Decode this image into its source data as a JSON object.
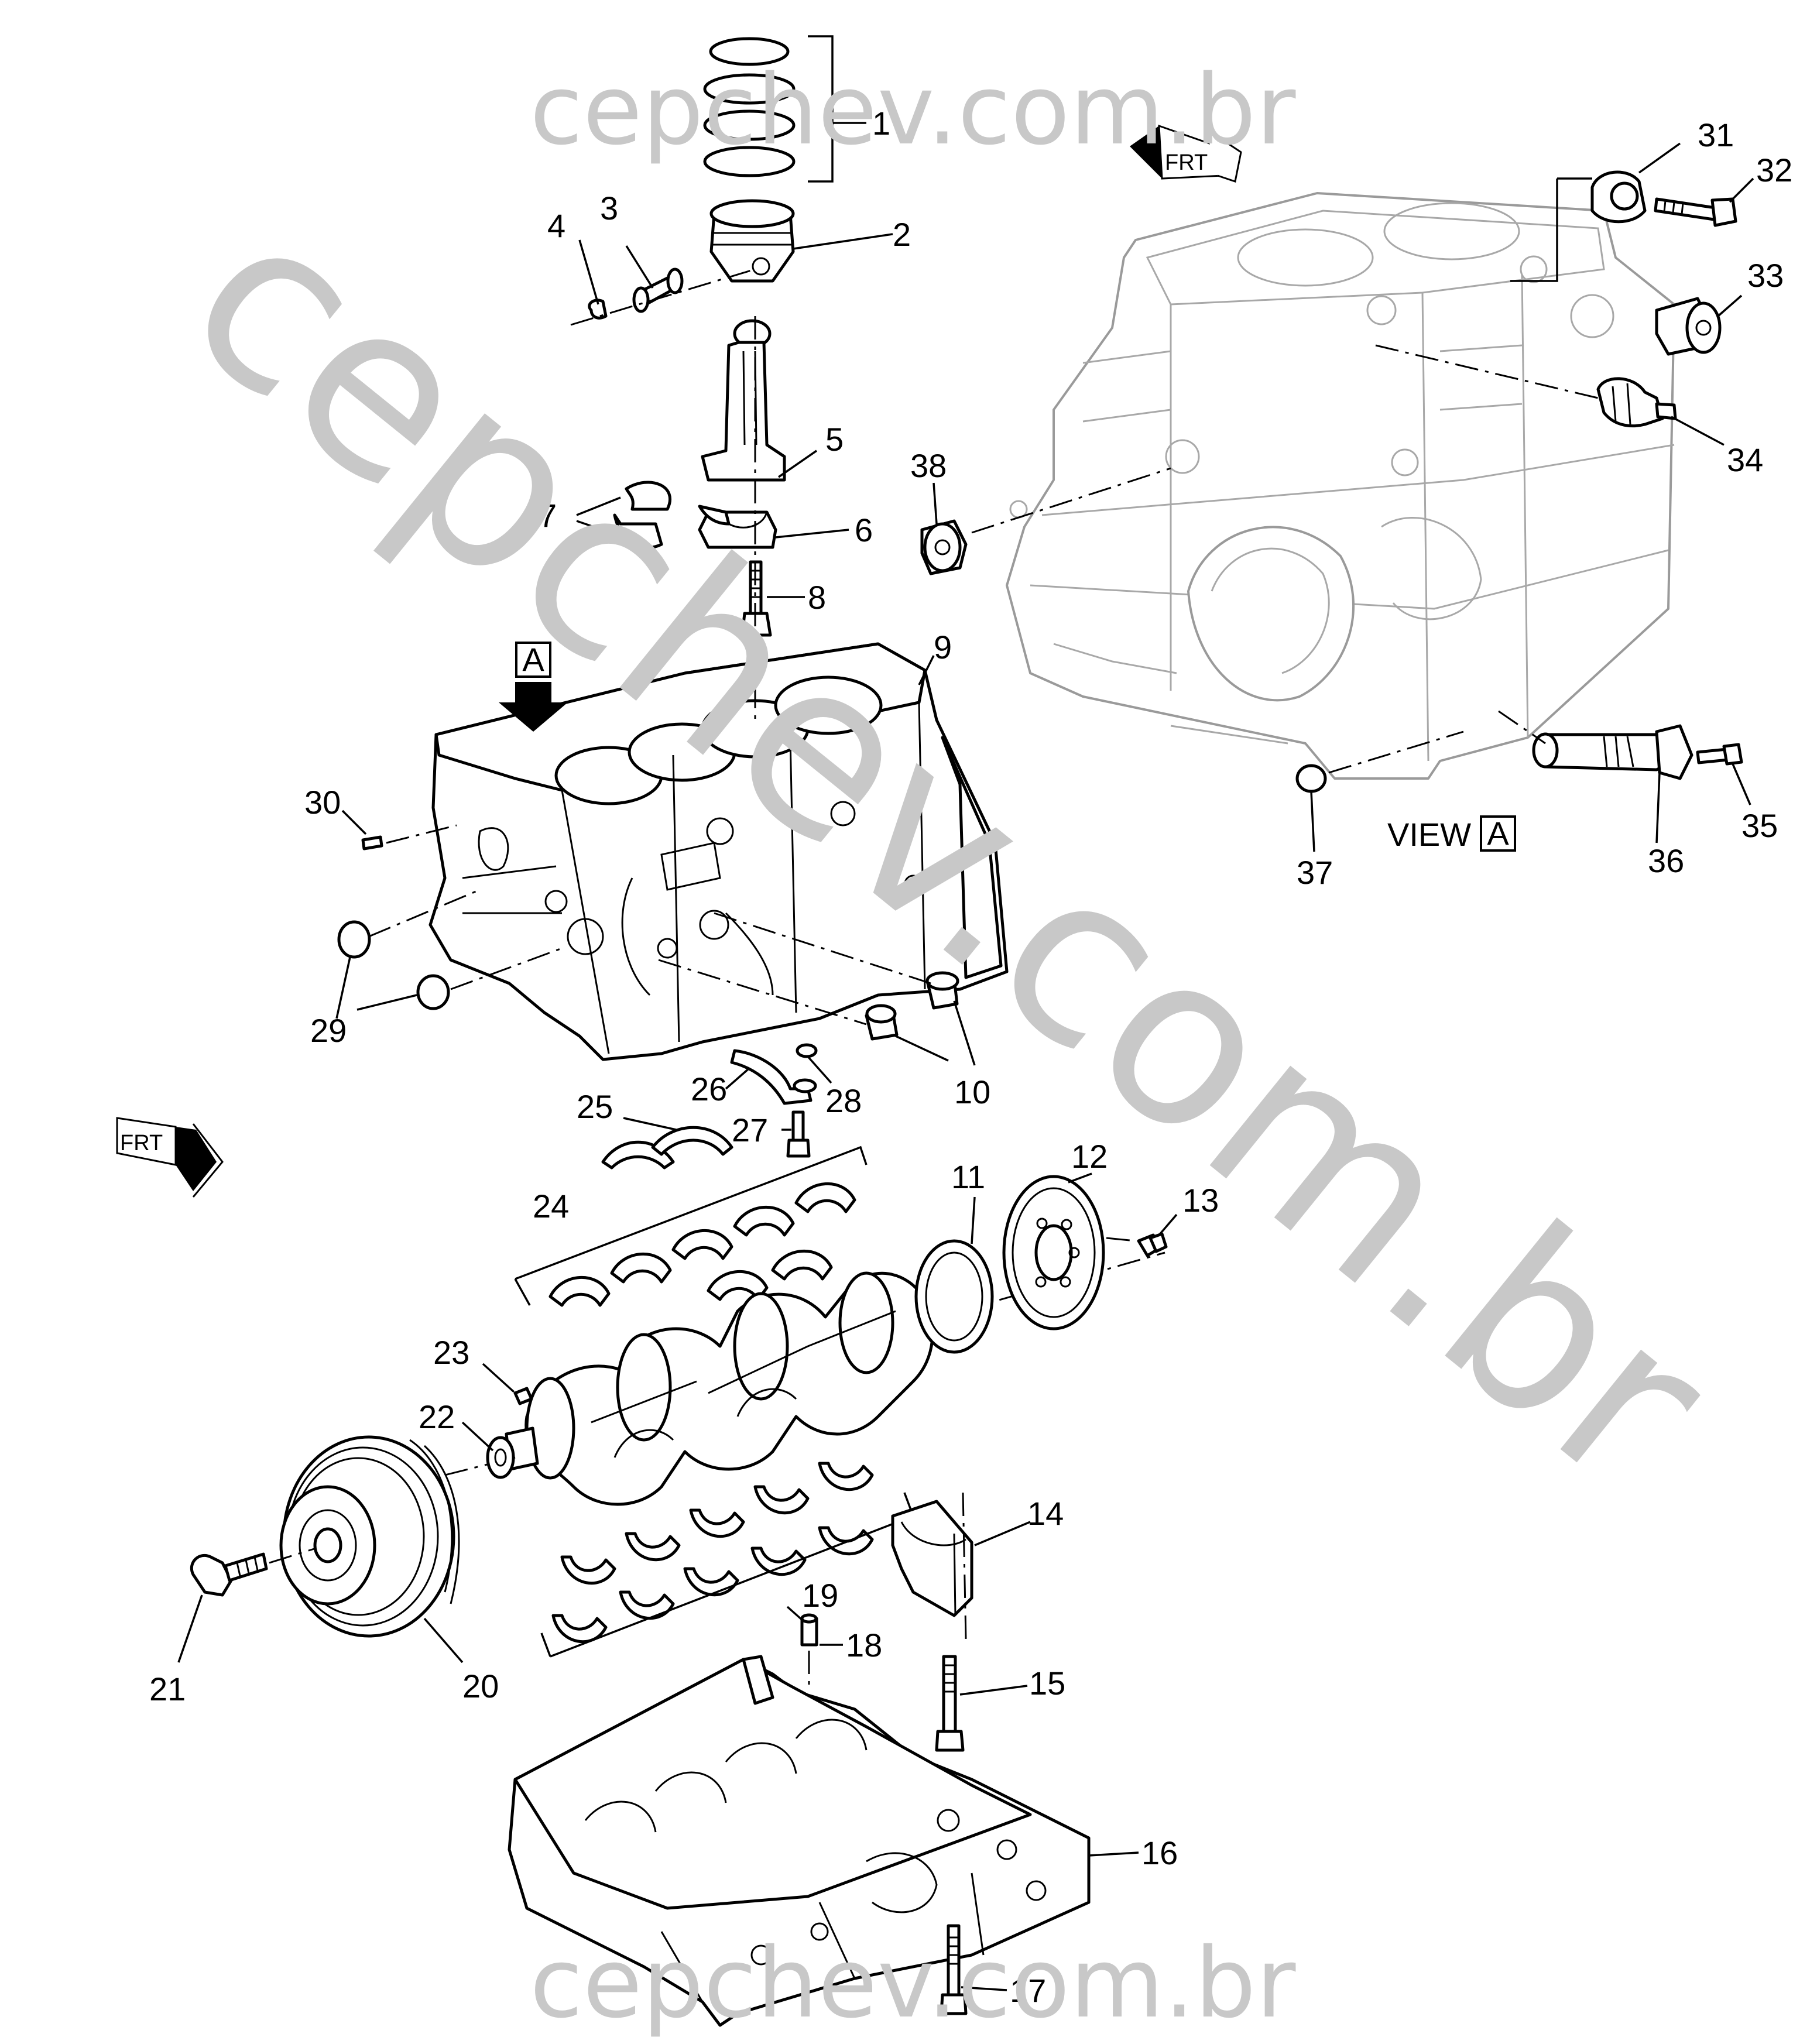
{
  "watermark": {
    "top": "cepchev.com.br",
    "bottom": "cepchev.com.br",
    "diagonal": "cepchev.com.br"
  },
  "view_label": {
    "prefix": "VIEW",
    "letter": "A"
  },
  "arrow_marker": "A",
  "front_arrows": [
    {
      "text": "FRT"
    },
    {
      "text": "FRT"
    }
  ],
  "callouts": [
    "1",
    "2",
    "3",
    "4",
    "5",
    "6",
    "7",
    "8",
    "9",
    "10",
    "11",
    "12",
    "13",
    "14",
    "15",
    "16",
    "17",
    "18",
    "19",
    "20",
    "21",
    "22",
    "23",
    "24",
    "25",
    "26",
    "27",
    "28",
    "29",
    "30",
    "31",
    "32",
    "33",
    "34",
    "35",
    "36",
    "37",
    "38"
  ],
  "colors": {
    "line": "#000000",
    "ghost": "#9a9a9a",
    "watermark": "#c8c8c8",
    "background": "#ffffff"
  }
}
